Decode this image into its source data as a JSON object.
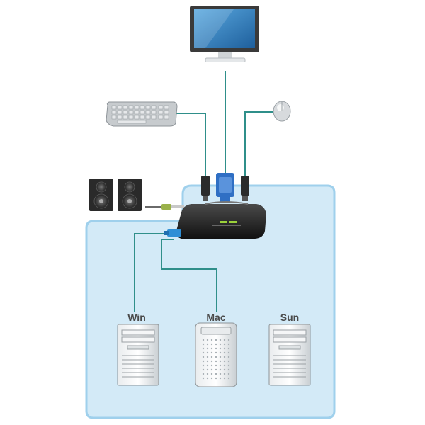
{
  "computers": [
    {
      "label": "Win"
    },
    {
      "label": "Mac"
    },
    {
      "label": "Sun"
    }
  ],
  "colors": {
    "panel_fill": "#d3eaf7",
    "panel_stroke": "#9fd0ec",
    "cable": "#2f8f8a",
    "monitor_screen": "#2f7fbf",
    "vga_connector": "#2f6fc4"
  },
  "icons": [
    "monitor-icon",
    "keyboard-icon",
    "mouse-icon",
    "speakers-icon",
    "kvm-switch-icon",
    "tower-pc-icon",
    "mac-tower-icon"
  ]
}
